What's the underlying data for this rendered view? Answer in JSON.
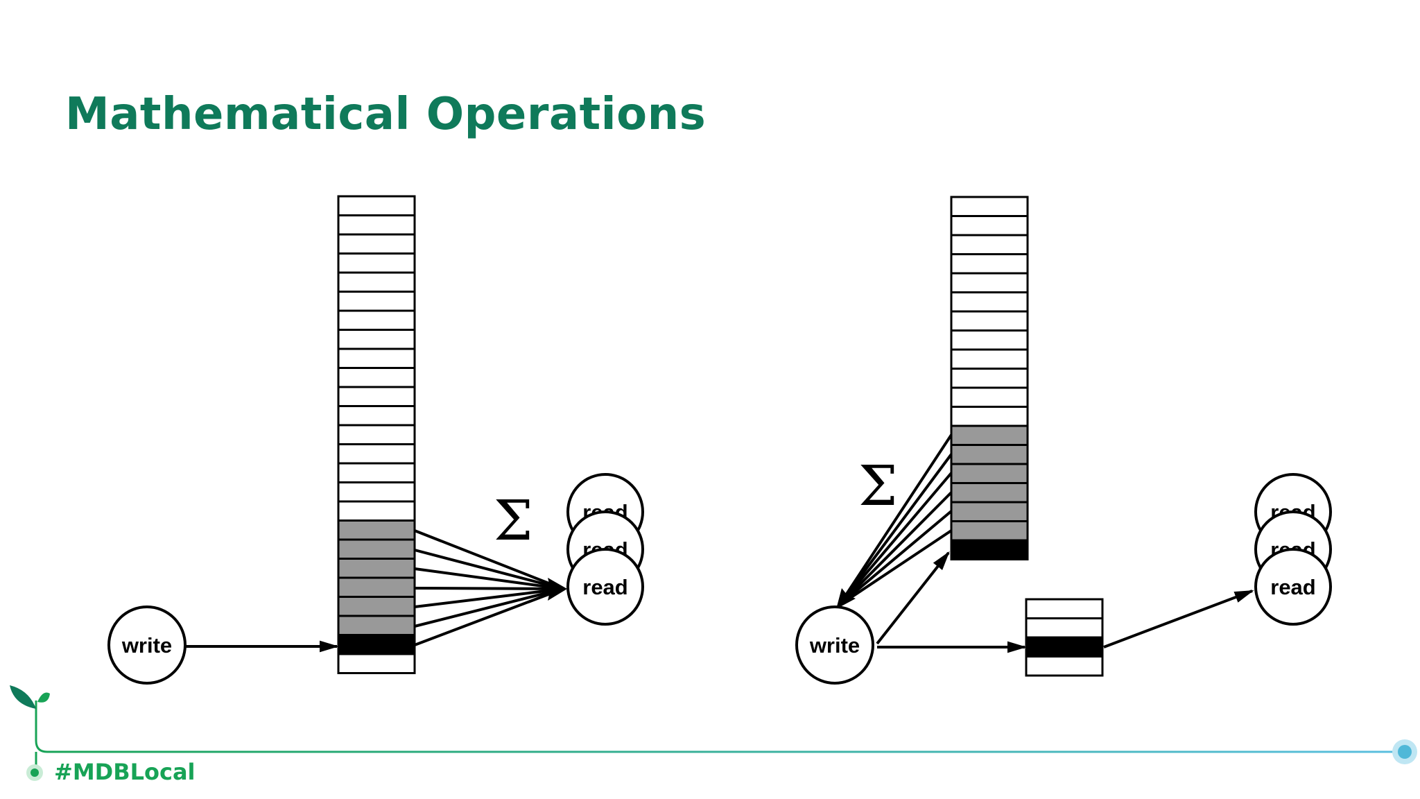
{
  "slide": {
    "title": "Mathematical Operations",
    "hashtag": "#MDBLocal",
    "title_color": "#0f7a5a",
    "accent_green": "#18a356",
    "accent_blue": "#4fb8d8"
  },
  "diagram_left": {
    "write_label": "write",
    "read_labels": [
      "read",
      "read",
      "read"
    ],
    "sigma": "Σ",
    "log_cells": [
      "empty",
      "empty",
      "empty",
      "empty",
      "empty",
      "empty",
      "empty",
      "empty",
      "empty",
      "empty",
      "empty",
      "empty",
      "empty",
      "empty",
      "empty",
      "empty",
      "empty",
      "gray",
      "gray",
      "gray",
      "gray",
      "gray",
      "gray",
      "black",
      "empty"
    ]
  },
  "diagram_right": {
    "write_label": "write",
    "read_labels": [
      "read",
      "read",
      "read"
    ],
    "sigma": "Σ",
    "log_cells": [
      "empty",
      "empty",
      "empty",
      "empty",
      "empty",
      "empty",
      "empty",
      "empty",
      "empty",
      "empty",
      "empty",
      "empty",
      "gray",
      "gray",
      "gray",
      "gray",
      "gray",
      "gray",
      "black"
    ],
    "result_cells": [
      "empty",
      "empty",
      "black",
      "empty"
    ]
  },
  "colors": {
    "cell_empty": "#ffffff",
    "cell_gray": "#999999",
    "cell_black": "#000000"
  }
}
